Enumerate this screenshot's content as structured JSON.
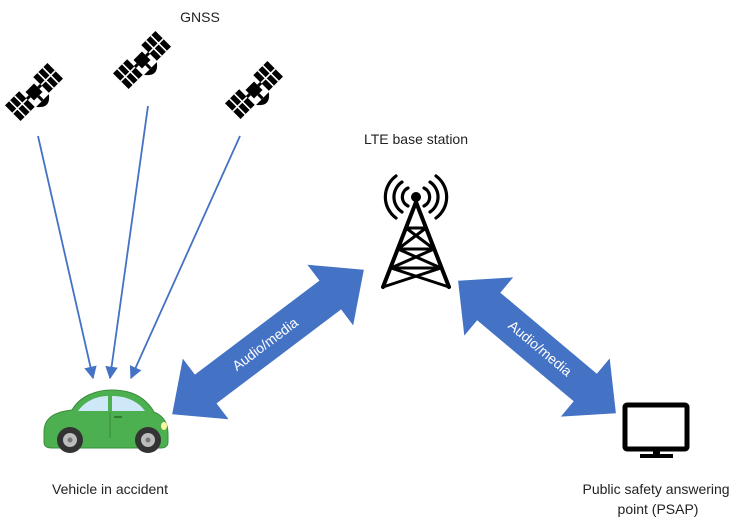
{
  "labels": {
    "gnss": "GNSS",
    "lte": "LTE base station",
    "vehicle": "Vehicle in accident",
    "psap_line1": "Public safety answering",
    "psap_line2": "point (PSAP)",
    "link_left": "Audio/media",
    "link_right": "Audio/media"
  },
  "icons": {
    "satellites": [
      "satellite-icon",
      "satellite-icon",
      "satellite-icon"
    ],
    "tower": "cell-tower-icon",
    "vehicle": "car-icon",
    "psap": "monitor-icon"
  },
  "colors": {
    "signal_line": "#4472C4",
    "link_arrow": "#4472C4",
    "link_text": "#ffffff",
    "car_body": "#4CAF50",
    "icon_dark": "#000000"
  }
}
